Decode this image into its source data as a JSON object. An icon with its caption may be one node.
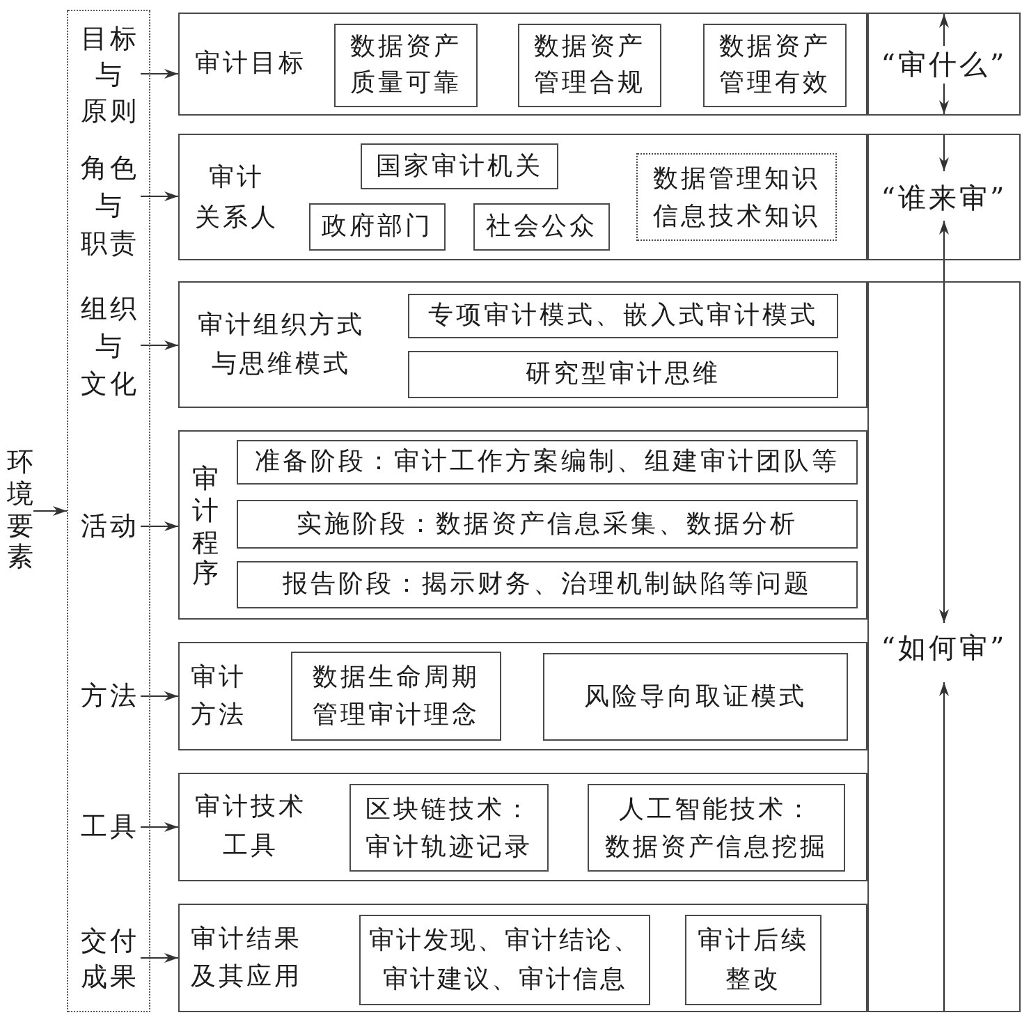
{
  "diagram": {
    "nodes": [
      {
        "text": [
          "环境要素"
        ]
      },
      {
        "text": [],
        "shape": "box"
      },
      {
        "text": [
          "目标与原则"
        ],
        "in": 1
      },
      {
        "text": [
          "角色与职责"
        ],
        "in": 1
      },
      {
        "text": [
          "组织与文化"
        ],
        "in": 1
      },
      {
        "text": [
          "活动"
        ],
        "in": 1
      },
      {
        "text": [
          "方法"
        ],
        "in": 1
      },
      {
        "text": [
          "工具"
        ],
        "in": 1
      },
      {
        "text": [
          "交付成果"
        ],
        "in": 1
      },
      {
        "text": [
          "审计目标"
        ]
      },
      {
        "text": [
          "数据资产质量可靠"
        ],
        "in": 9
      },
      {
        "text": [
          "数据资产管理合规"
        ],
        "in": 9
      },
      {
        "text": [
          "数据资产管理有效"
        ],
        "in": 9
      },
      {
        "text": [
          "审计关系人"
        ]
      },
      {
        "text": [
          "国家审计机关"
        ],
        "in": 13
      },
      {
        "text": [
          "政府部门"
        ],
        "in": 13
      },
      {
        "text": [
          "社会公众"
        ],
        "in": 13
      },
      {
        "text": [
          "数据管理知识",
          "信息技术知识"
        ],
        "in": 13
      },
      {
        "text": [
          "审计组织方式与思维模式"
        ]
      },
      {
        "text": [
          "专项审计模式、嵌入式审计模式"
        ],
        "in": 18
      },
      {
        "text": [
          "研究型审计思维"
        ],
        "in": 18
      },
      {
        "text": [
          "审计程序"
        ]
      },
      {
        "text": [
          "准备阶段：审计工作方案编制、组建审计团队等"
        ],
        "in": 21
      },
      {
        "text": [
          "实施阶段：数据资产信息采集、数据分析"
        ],
        "in": 21
      },
      {
        "text": [
          "报告阶段：揭示财务、治理机制缺陷等问题"
        ],
        "in": 21
      },
      {
        "text": [
          "审计方法"
        ]
      },
      {
        "text": [
          "数据生命周期管理审计理念"
        ],
        "in": 25
      },
      {
        "text": [
          "风险导向取证模式"
        ],
        "in": 25
      },
      {
        "text": [
          "审计技术工具"
        ]
      },
      {
        "text": [
          "区块链技术：审计轨迹记录"
        ],
        "in": 28
      },
      {
        "text": [
          "人工智能技术：数据资产信息挖掘"
        ],
        "in": 28
      },
      {
        "text": [
          "审计结果及其应用"
        ]
      },
      {
        "text": [
          "审计发现、审计结论、审计建议、审计信息"
        ],
        "in": 31
      },
      {
        "text": [
          "审计后续整改"
        ],
        "in": 31
      },
      {
        "text": [
          "“审什么”"
        ]
      },
      {
        "text": [
          "“谁来审”"
        ]
      },
      {
        "text": [
          "“如何审”"
        ]
      }
    ],
    "edges": [
      {
        "from": 0,
        "to": 1,
        "arrow": "to"
      },
      {
        "from": 2,
        "to": 9,
        "arrow": "to"
      },
      {
        "from": 3,
        "to": 13,
        "arrow": "to"
      },
      {
        "from": 4,
        "to": 18,
        "arrow": "to"
      },
      {
        "from": 5,
        "to": 21,
        "arrow": "to"
      },
      {
        "from": 6,
        "to": 25,
        "arrow": "to"
      },
      {
        "from": 7,
        "to": 28,
        "arrow": "to"
      },
      {
        "from": 8,
        "to": 31,
        "arrow": "to"
      },
      {
        "from": 35,
        "to": 36,
        "arrow": "both"
      }
    ]
  }
}
